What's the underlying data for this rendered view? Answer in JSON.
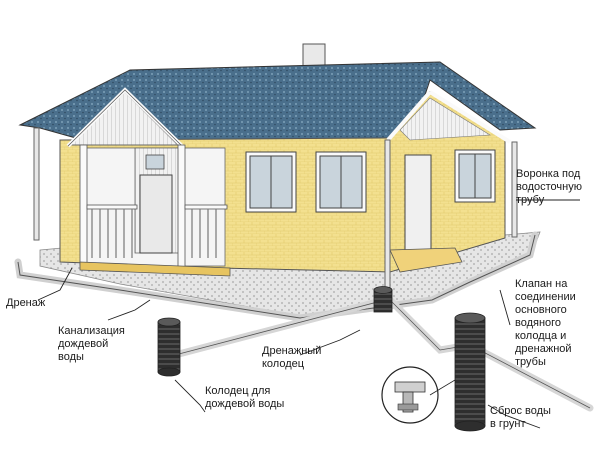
{
  "labels": {
    "funnel": "Воронка под\nводосточную\nтрубу",
    "drainage": "Дренаж",
    "valve": "Клапан на\nсоединении\nосновного\nводяного\nколодца и\nдренажной\nтрубы",
    "rain_sewer": "Канализация\nдождевой\nводы",
    "drain_well": "Дренажный\nколодец",
    "rain_well": "Колодец для\nдождевой воды",
    "discharge": "Сброс воды\nв грунт"
  },
  "colors": {
    "roof": "#4a6f8c",
    "wall": "#f3e08f",
    "trim": "#f2f2f2",
    "window": "#c9d4dc",
    "gravel": "#dcdcdc",
    "pipe": "#d8d8d8",
    "well": "#2e2e2e",
    "outline": "#333333"
  },
  "icons": [
    "house-illustration",
    "pipe",
    "well",
    "callout-line"
  ]
}
